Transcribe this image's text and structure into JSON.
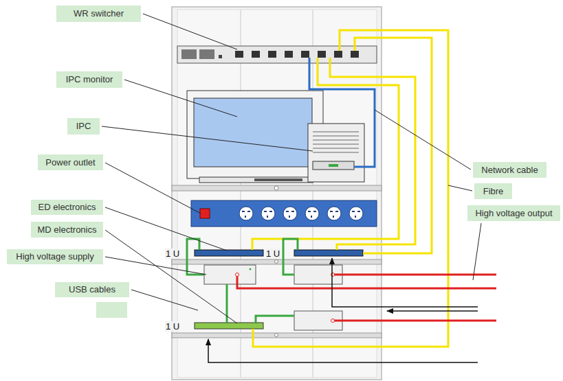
{
  "diagram": {
    "nodes": [
      {
        "text": [
          "WR switcher"
        ]
      },
      {
        "text": [
          "IPC monitor"
        ]
      },
      {
        "text": [
          "IPC"
        ]
      },
      {
        "text": [
          "Power outlet"
        ]
      },
      {
        "text": [
          "ED electronics"
        ]
      },
      {
        "text": [
          "MD electronics"
        ]
      },
      {
        "text": [
          "High voltage supply"
        ]
      },
      {
        "text": [
          "USB cables"
        ]
      },
      {
        "text": [
          "Network cable"
        ]
      },
      {
        "text": [
          "Fibre"
        ]
      },
      {
        "text": [
          "High voltage output"
        ]
      }
    ],
    "labels": [
      "1 U",
      "1 U",
      "1 U"
    ]
  }
}
